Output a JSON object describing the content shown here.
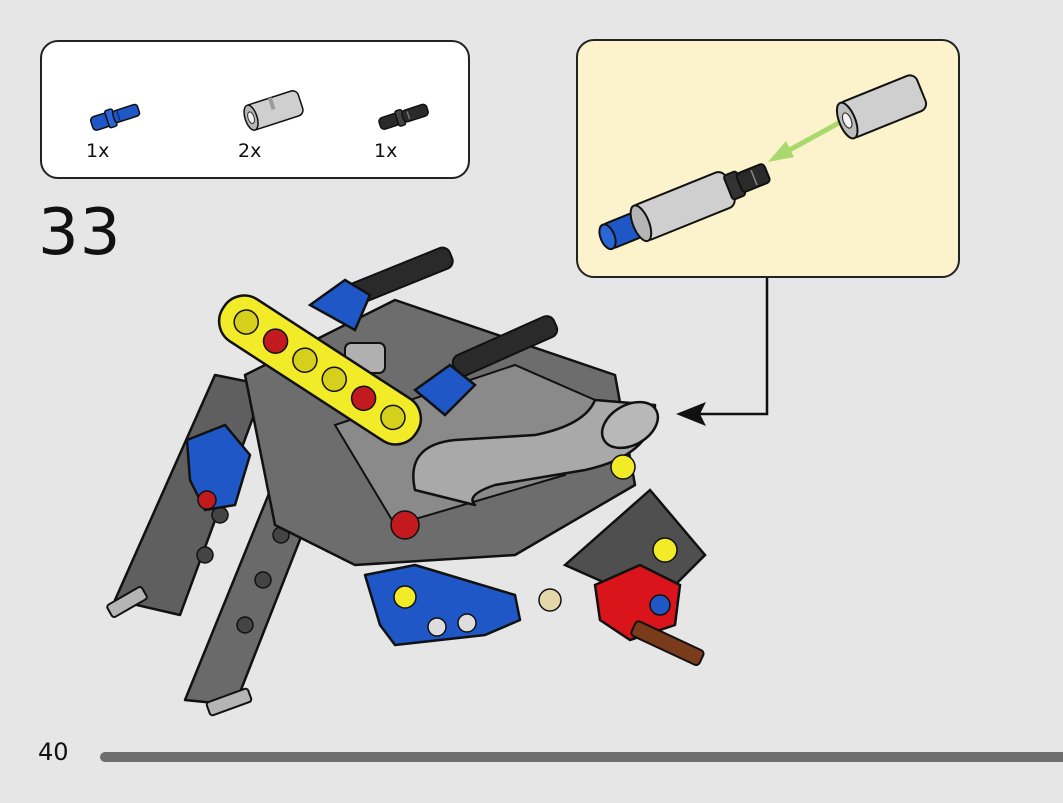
{
  "parts_list": [
    {
      "name": "blue-axle-pin",
      "quantity": "1x",
      "color": "#1f57c7"
    },
    {
      "name": "grey-pin-connector",
      "quantity": "2x",
      "color": "#c8c8c8"
    },
    {
      "name": "black-axle-pin",
      "quantity": "1x",
      "color": "#2a2a2a"
    }
  ],
  "step": {
    "number": "33"
  },
  "page": {
    "number": "40"
  },
  "colors": {
    "background": "#e6e6e6",
    "callout_background": "#fcf2cc",
    "yellow": "#f2ec28",
    "blue": "#1f57c7",
    "red": "#d9151b",
    "dark_grey": "#5f5f5f",
    "light_grey": "#a8a8a8",
    "arrow_green": "#a9d86e"
  }
}
